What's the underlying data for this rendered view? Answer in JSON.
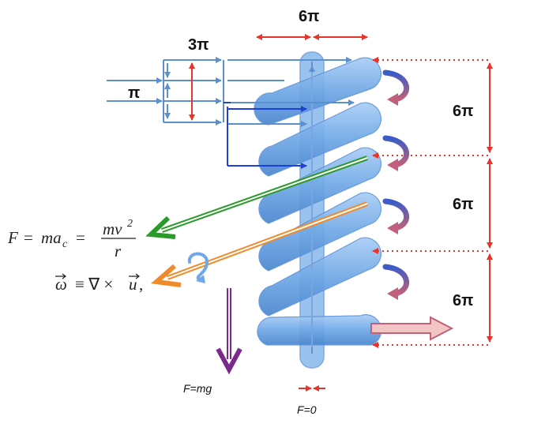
{
  "labels": {
    "top_width": "6π",
    "left_width": "3π",
    "left_input": "π",
    "right_pitch_1": "6π",
    "right_pitch_2": "6π",
    "right_pitch_3": "6π",
    "gravity_force": "F=mg",
    "net_force": "F=0"
  },
  "equations": {
    "centripetal": {
      "lhs": "F",
      "eq": "=",
      "ma": "ma",
      "sub": "c",
      "eq2": "=",
      "numerator": "mv",
      "exponent": "2",
      "denominator": "r"
    },
    "vorticity": {
      "omega": "ω",
      "equiv": "≡ ∇ ×",
      "u": "u",
      "comma": ","
    }
  },
  "colors": {
    "coil": "#6fa8e6",
    "coil_dark": "#4a86cf",
    "flow_arrows": "#5b8fd0",
    "blue_arrows": "#1f3fd6",
    "dimension": "#e8342b",
    "green_force": "#2a9a2a",
    "orange_force": "#f08a2a",
    "purple_force": "#7a2a8a",
    "rotation_blue": "#3a5bc8",
    "rotation_red": "#c0607a"
  }
}
